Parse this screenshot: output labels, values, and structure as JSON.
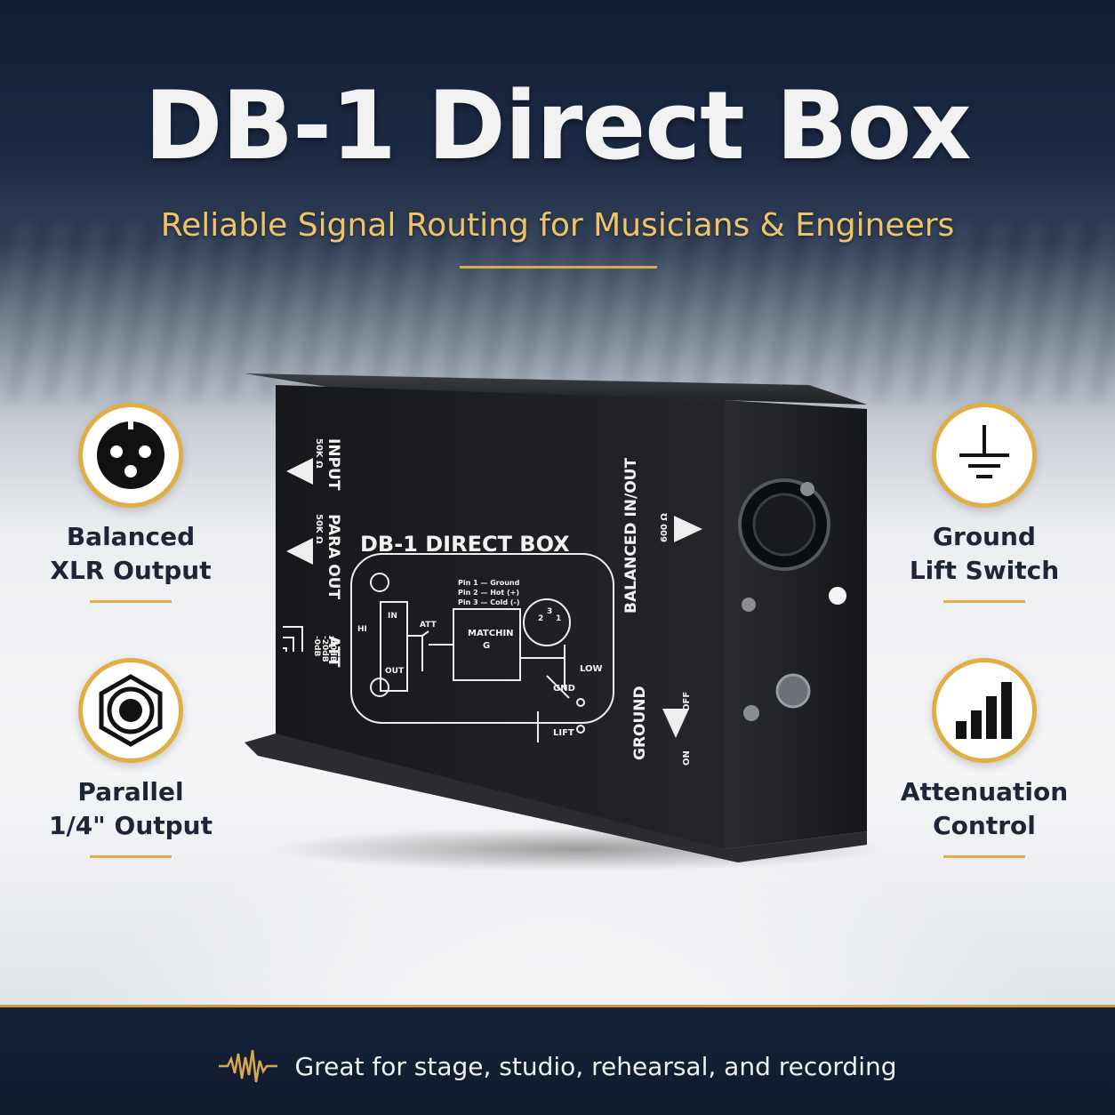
{
  "header": {
    "title": "DB-1 Direct Box",
    "subtitle": "Reliable Signal Routing for Musicians & Engineers"
  },
  "features": {
    "left_top": {
      "icon": "xlr-connector-icon",
      "label": "Balanced\nXLR Output"
    },
    "left_bottom": {
      "icon": "quarter-inch-jack-icon",
      "label": "Parallel\n1/4\" Output"
    },
    "right_top": {
      "icon": "ground-symbol-icon",
      "label": "Ground\nLift Switch"
    },
    "right_bottom": {
      "icon": "signal-bars-icon",
      "label": "Attenuation\nControl"
    }
  },
  "device": {
    "brand_label": "DB-1  DIRECT BOX",
    "input_label": "INPUT",
    "input_impedance": "50K Ω",
    "para_out_label": "PARA OUT",
    "para_out_impedance": "50K Ω",
    "att_label": "ATT",
    "att_levels": [
      "-0dB",
      "-20dB",
      "-40dB"
    ],
    "balanced_label": "BALANCED IN/OUT",
    "balanced_impedance": "600 Ω",
    "ground_label": "GROUND",
    "switch_off": "OFF",
    "switch_on": "ON",
    "diagram": {
      "hi": "HI",
      "in": "IN",
      "out": "OUT",
      "att": "ATT",
      "matching_line1": "MATCHIN",
      "matching_line2": "G",
      "pin1": "Pin 1 — Ground",
      "pin2": "Pin 2 — Hot (+)",
      "pin3": "Pin 3 — Cold (-)",
      "low": "LOW",
      "gnd": "GND",
      "lift": "LIFT",
      "pin_numbers": [
        "2",
        "3",
        "1"
      ]
    }
  },
  "footer": {
    "icon": "waveform-icon",
    "text": "Great for stage, studio, rehearsal, and recording"
  },
  "colors": {
    "accent_gold": "#e2ad45",
    "navy": "#16223a",
    "device_black": "#1b1d20"
  }
}
